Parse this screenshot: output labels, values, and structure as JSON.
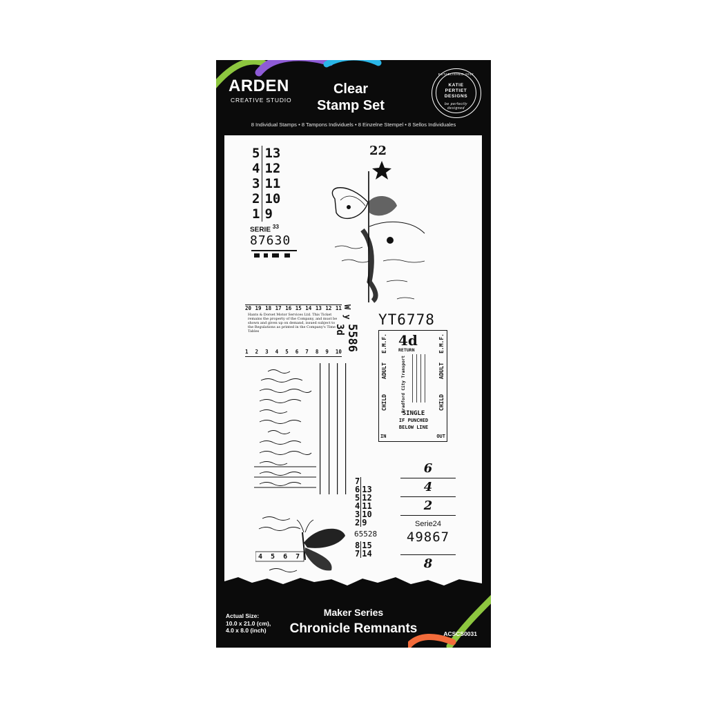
{
  "brand": {
    "name": "ARDEN",
    "sub": "CREATIVE STUDIO"
  },
  "product": {
    "title_line1": "Clear",
    "title_line2": "Stamp Set",
    "tagline": "8 Individual Stamps • 8 Tampons Individuels • 8 Einzelne Stempel • 8 Sellos Individuales"
  },
  "seal": {
    "top": "ESTABLISHED 2012",
    "l1": "KATIE",
    "l2": "PERTIET",
    "l3": "DESIGNS",
    "bottom": "be perfectly designed"
  },
  "stamps": {
    "col_a": [
      "5",
      "4",
      "3",
      "2",
      "1"
    ],
    "col_b": [
      "13",
      "12",
      "11",
      "10",
      "9"
    ],
    "serie": "SERIE",
    "serie_no": "33",
    "number": "87630",
    "moth_number": "22",
    "ticket_top_numbers": [
      "20",
      "19",
      "18",
      "17",
      "16",
      "15",
      "14",
      "13",
      "12",
      "11"
    ],
    "ticket_bottom_numbers": [
      "1",
      "2",
      "3",
      "4",
      "5",
      "6",
      "7",
      "8",
      "9",
      "10"
    ],
    "ticket_side_a": "W y",
    "ticket_side_d": "3d",
    "ticket_side_b": "5586",
    "transport_top": "YT6778",
    "transport_fare": "4d",
    "transport_return": "RETURN",
    "transport_left": "E.M.F.",
    "transport_right": "E.M.F.",
    "transport_adult": "ADULT",
    "transport_child": "CHILD",
    "transport_in": "IN",
    "transport_out": "OUT",
    "transport_company": "Bradford City Transport",
    "transport_single": "SINGLE",
    "transport_punched": "IF PUNCHED",
    "transport_below": "BELOW LINE",
    "small_a": [
      "7",
      "6",
      "5",
      "4",
      "3",
      "2"
    ],
    "small_b": [
      "13",
      "12",
      "11",
      "10",
      "9"
    ],
    "small_num": "65528",
    "small_a2": [
      "8",
      "7"
    ],
    "small_b2": [
      "15",
      "14"
    ],
    "tall_nums": [
      "6",
      "4",
      "2"
    ],
    "tall_serie": "Serie24",
    "tall_number": "49867",
    "tall_last": "8",
    "butterfly_label": "4 5 6 7"
  },
  "footer": {
    "series": "Maker Series",
    "line": "Chronicle Remnants",
    "size_l1": "Actual Size:",
    "size_l2": "10.0 x 21.0 (cm),",
    "size_l3": "4.0 x 8.0 (inch)",
    "sku": "ACSCS0031"
  },
  "colors": {
    "card": "#0b0b0b",
    "panel": "#fbfbfb",
    "swoosh_green": "#8dc63f",
    "swoosh_purple": "#8e5bd6",
    "swoosh_blue": "#29b6e8",
    "swoosh_orange": "#f26b3a"
  }
}
